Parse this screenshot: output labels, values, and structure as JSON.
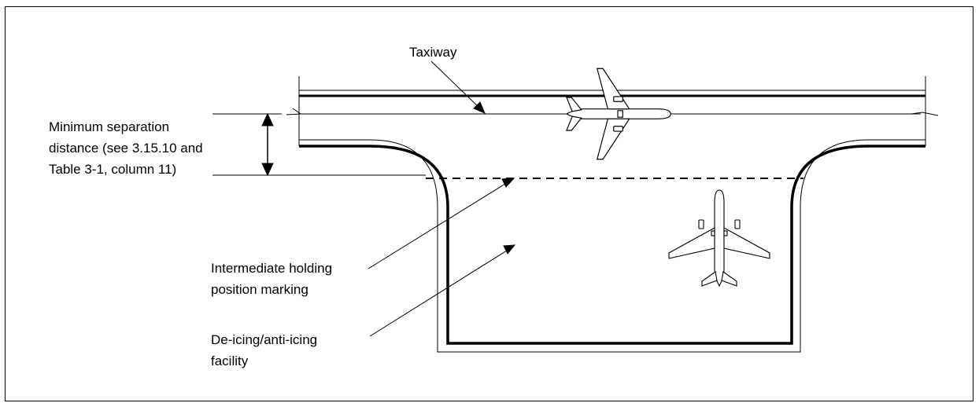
{
  "diagram": {
    "labels": {
      "taxiway": "Taxiway",
      "min_sep_line1": "Minimum  separation",
      "min_sep_line2": "distance (see 3.15.10 and",
      "min_sep_line3": "Table 3-1, column  11)",
      "holding_line1": "Intermediate holding",
      "holding_line2": "position marking",
      "deicing_line1": "De-icing/anti-icing",
      "deicing_line2": "facility"
    },
    "colors": {
      "line": "#000000",
      "aircraft_fill": "#ffffff"
    },
    "icons": [
      "aircraft-icon",
      "aircraft-icon"
    ]
  }
}
